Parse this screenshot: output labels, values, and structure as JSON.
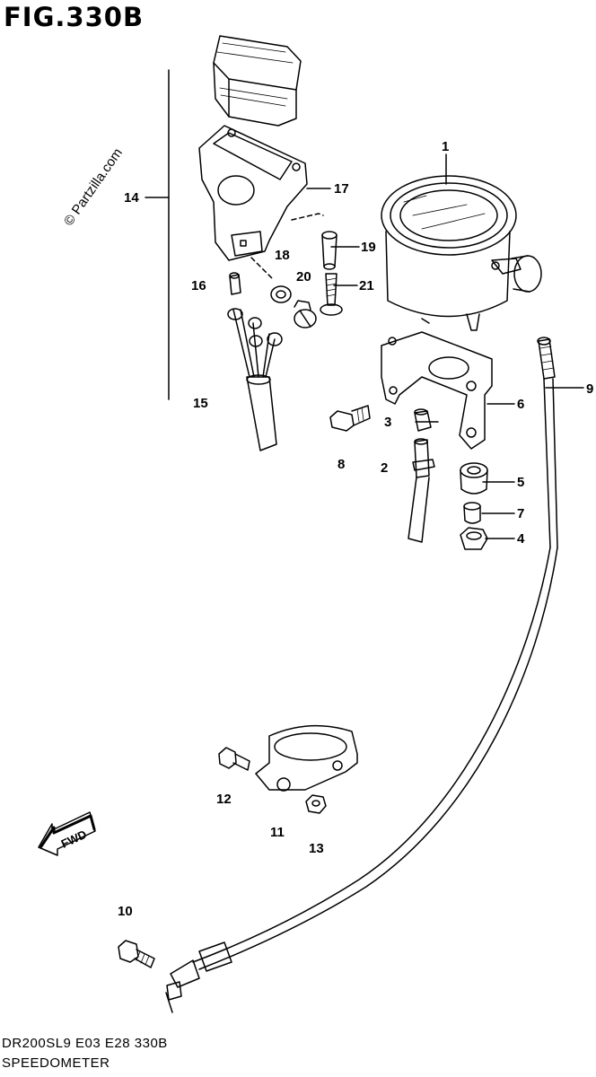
{
  "figure": {
    "title": "FIG.330B",
    "watermark": "© Partzilla.com",
    "code": "DR200SL9  E03  E28  330B",
    "name": "SPEEDOMETER",
    "fwd": "FWD"
  },
  "callouts": [
    "1",
    "2",
    "3",
    "4",
    "5",
    "6",
    "7",
    "8",
    "9",
    "10",
    "11",
    "12",
    "13",
    "14",
    "15",
    "16",
    "17",
    "18",
    "19",
    "20",
    "21"
  ]
}
